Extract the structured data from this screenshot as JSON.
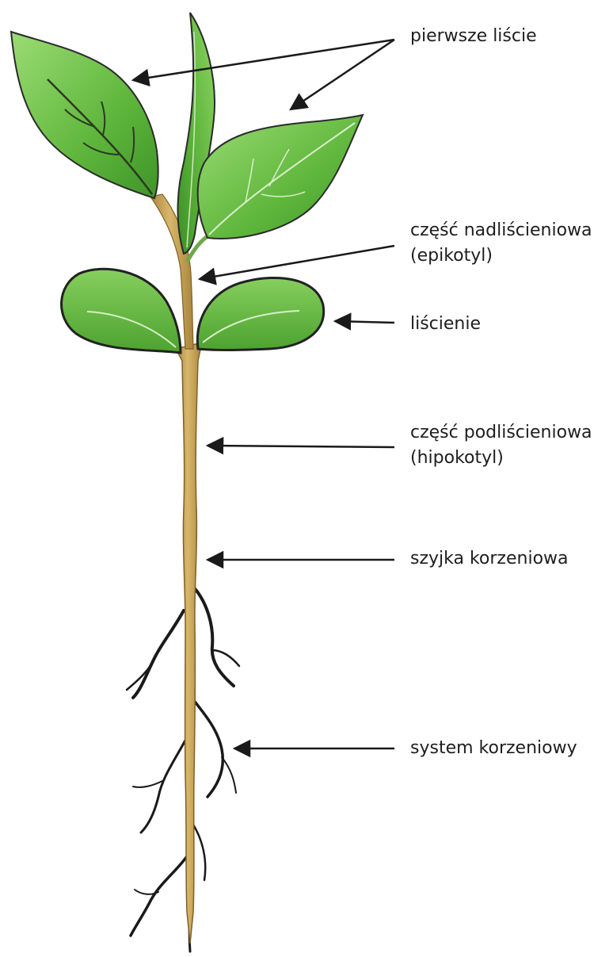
{
  "labels": {
    "first_leaves": "pierwsze liście",
    "epicotyl_line1": "część nadliścieniowa",
    "epicotyl_line2": "(epikotyl)",
    "cotyledons": "liścienie",
    "hypocotyl_line1": "część podliścieniowa",
    "hypocotyl_line2": "(hipokotyl)",
    "root_collar": "szyjka korzeniowa",
    "root_system": "system korzeniowy"
  },
  "colors": {
    "leaf_light": "#8fd26a",
    "leaf_mid": "#5cb339",
    "leaf_dark": "#3a8a22",
    "leaf_outline": "#2b2b2b",
    "stem": "#c8a55e",
    "stem_dark": "#8a6a2c",
    "root": "#1a1a1a",
    "arrow": "#1a1a1a",
    "text": "#1e1e1e"
  }
}
